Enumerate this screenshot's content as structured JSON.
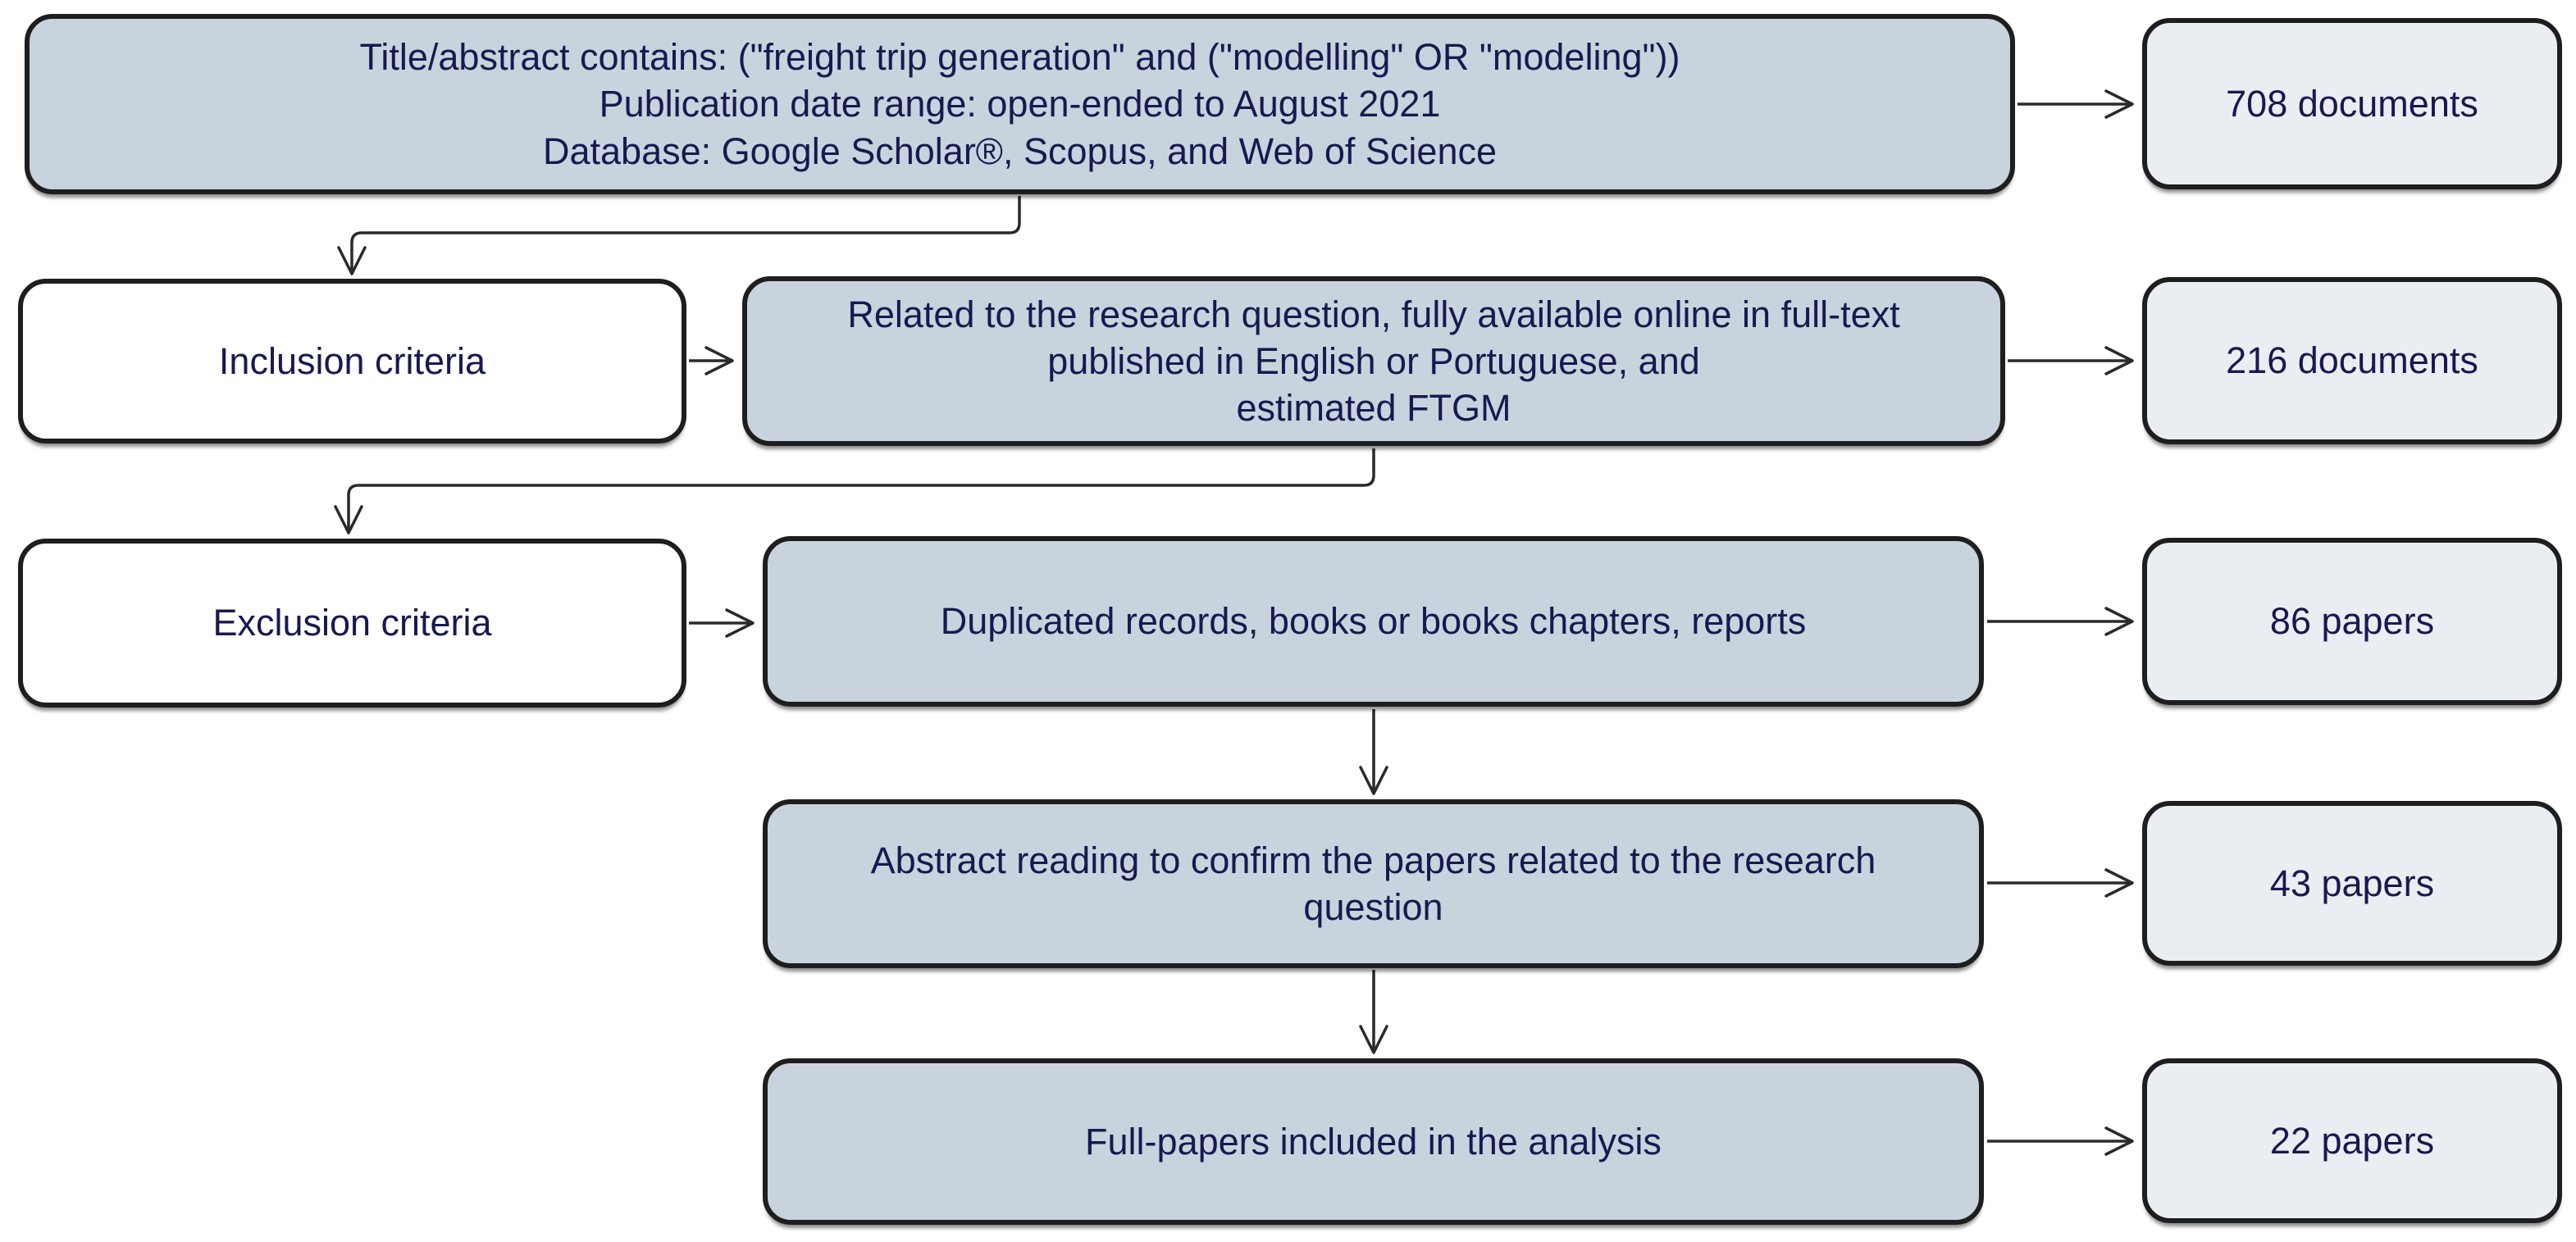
{
  "colors": {
    "criteria_box_fill": "#c9d3dd",
    "result_box_fill": "#eaeef3",
    "label_box_fill": "#ffffff",
    "box_border": "#1e1e1e",
    "text": "#191950",
    "connector": "#2a2a2a"
  },
  "flowchart": {
    "search_box": "Title/abstract contains: (\"freight trip generation\" and (\"modelling\" OR \"modeling\"))\nPublication date range: open-ended to August 2021\nDatabase: Google Scholar®, Scopus, and Web of Science",
    "search_result": "708 documents",
    "inclusion_label": "Inclusion criteria",
    "inclusion_box": "Related to the research question, fully available online in full-text\npublished in English or Portuguese, and\nestimated FTGM",
    "inclusion_result": "216 documents",
    "exclusion_label": "Exclusion criteria",
    "exclusion_box": "Duplicated records, books or books chapters, reports",
    "exclusion_result": "86 papers",
    "abstract_box": "Abstract reading to confirm the papers related to the research question",
    "abstract_result": "43 papers",
    "full_papers_box": "Full-papers included in the analysis",
    "full_papers_result": "22 papers"
  }
}
